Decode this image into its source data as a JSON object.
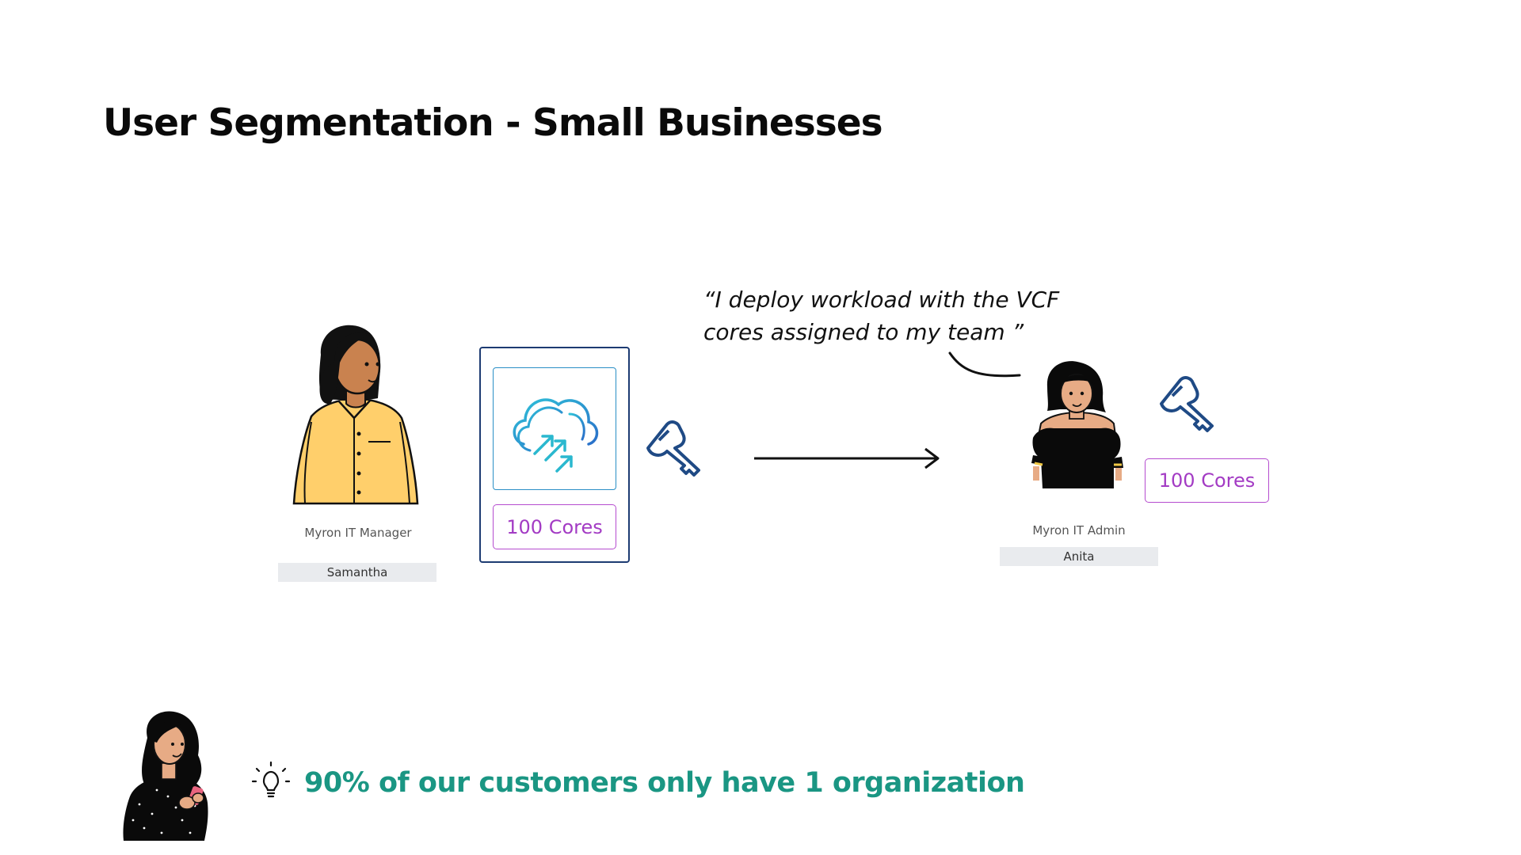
{
  "slide": {
    "title": "User Segmentation - Small Businesses"
  },
  "manager": {
    "role": "Myron IT Manager",
    "name": "Samantha"
  },
  "product": {
    "icon": "cloud-arrows-icon",
    "cores_label": "100 Cores"
  },
  "admin": {
    "role": "Myron IT Admin",
    "name": "Anita",
    "cores_label": "100 Cores"
  },
  "quote": {
    "line1": "“I deploy workload with the VCF",
    "line2": "cores assigned to my team ”"
  },
  "insight": {
    "icon": "lightbulb-icon",
    "text": "90% of our customers only have 1 organization"
  },
  "colors": {
    "accent_purple": "#a33bc4",
    "key_blue": "#1f4a85",
    "insight_teal": "#1a9683",
    "card_border": "#1d3b72"
  }
}
